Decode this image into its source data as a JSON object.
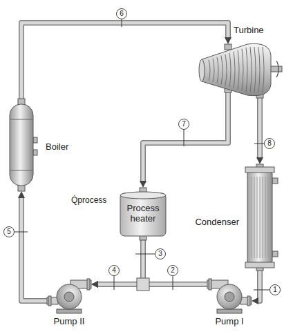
{
  "diagram": {
    "nodes": [
      {
        "text": [
          "Turbine"
        ]
      },
      {
        "text": [
          "Boiler"
        ]
      },
      {
        "text": [
          "Process heater"
        ]
      },
      {
        "text": [
          "Condenser"
        ]
      },
      {
        "text": [
          "Pump II"
        ]
      },
      {
        "text": [
          "Pump I"
        ]
      }
    ],
    "edges": [
      {
        "from": 1,
        "to": 0,
        "arrow": "to"
      },
      {
        "from": 0,
        "to": 2,
        "arrow": "to"
      },
      {
        "from": 0,
        "to": 3,
        "arrow": "to"
      },
      {
        "from": 3,
        "to": 5,
        "arrow": "to"
      },
      {
        "from": 5,
        "to": 4,
        "arrow": "to"
      },
      {
        "from": 2,
        "to": 4,
        "arrow": "to"
      },
      {
        "from": 4,
        "to": 1,
        "arrow": "to"
      }
    ],
    "labels": [
      "6",
      "7",
      "8",
      "Q̇process",
      "5",
      "4",
      "3",
      "2",
      "1"
    ]
  }
}
